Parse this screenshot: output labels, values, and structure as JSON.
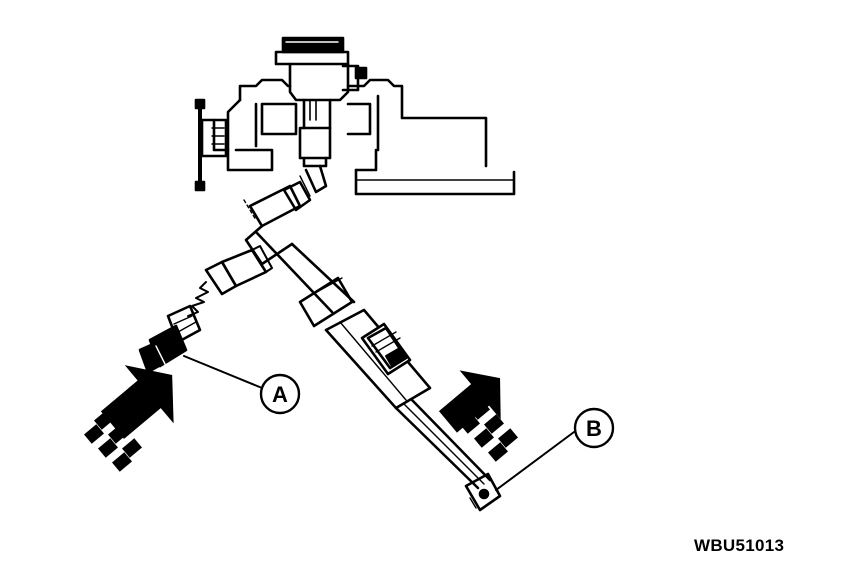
{
  "callouts": {
    "a": "A",
    "b": "B"
  },
  "figure_code": "WBU51013",
  "icons": {
    "arrow_a": "arrow-up-right-icon",
    "arrow_b": "arrow-up-right-icon"
  }
}
